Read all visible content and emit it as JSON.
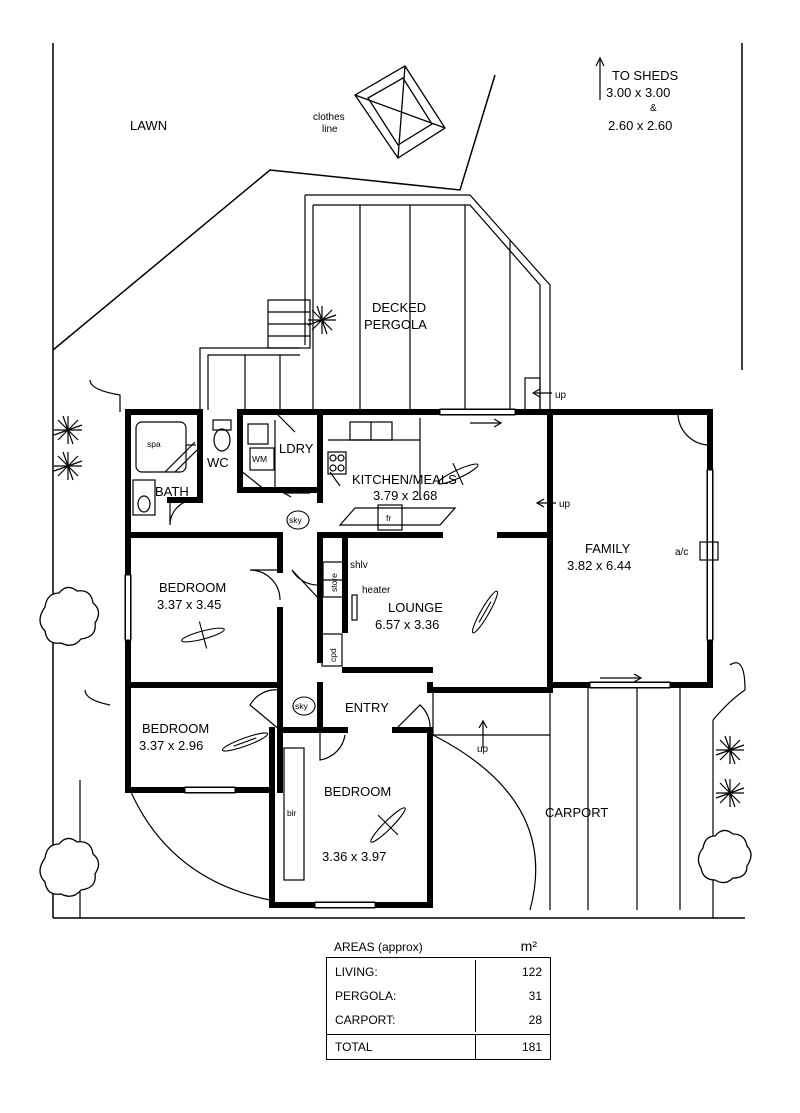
{
  "labels": {
    "lawn": "LAWN",
    "clothes_line_1": "clothes",
    "clothes_line_2": "line",
    "to_sheds_1": "TO SHEDS",
    "to_sheds_2": "3.00 x 3.00",
    "to_sheds_3": "&",
    "to_sheds_4": "2.60 x 2.60",
    "decked_1": "DECKED",
    "decked_2": "PERGOLA",
    "up_pergola": "up",
    "up_family": "up",
    "up_carport": "up",
    "spa": "spa",
    "bath": "BATH",
    "wc": "WC",
    "wm": "WM",
    "ldry": "LDRY",
    "kitchen_name": "KITCHEN/MEALS",
    "kitchen_dim": "3.79 x 2.68",
    "fr": "fr",
    "family_name": "FAMILY",
    "family_dim": "3.82 x 6.44",
    "ac": "a/c",
    "sky_1": "sky",
    "sky_2": "sky",
    "shlv": "shlv",
    "store": "store",
    "heater": "heater",
    "lounge_name": "LOUNGE",
    "lounge_dim": "6.57 x 3.36",
    "cpd": "cpd",
    "bed1_name": "BEDROOM",
    "bed1_dim": "3.37 x 3.45",
    "entry": "ENTRY",
    "bed2_name": "BEDROOM",
    "bed2_dim": "3.37 x 2.96",
    "bed3_name": "BEDROOM",
    "bed3_dim": "3.36 x 3.97",
    "blr": "blr",
    "carport": "CARPORT"
  },
  "areas": {
    "title": "AREAS (approx)",
    "unit": "m²",
    "rows": [
      {
        "name": "LIVING:",
        "value": "122"
      },
      {
        "name": "PERGOLA:",
        "value": "31"
      },
      {
        "name": "CARPORT:",
        "value": "28"
      }
    ],
    "total": {
      "name": "TOTAL",
      "value": "181"
    }
  },
  "colors": {
    "ink": "#000000",
    "paper": "#ffffff"
  }
}
